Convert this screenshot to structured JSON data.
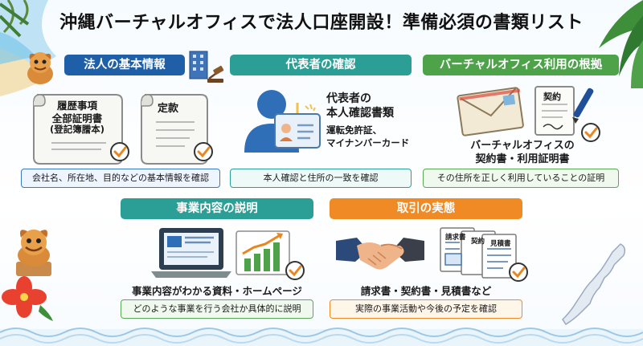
{
  "title": "沖縄バーチャルオフィスで法人口座開設！準備必須の書類リスト",
  "sections": {
    "corporate": {
      "header": "法人の基本情報",
      "doc1_lines": [
        "履歴事項",
        "全部証明書",
        "(登記簿謄本)"
      ],
      "doc2_label": "定款",
      "caption": "会社名、所在地、目的などの基本情報を確認"
    },
    "representative": {
      "header": "代表者の確認",
      "label_lines": [
        "代表者の",
        "本人確認書類"
      ],
      "sub_lines": [
        "運転免許証、",
        "マイナンバーカード"
      ],
      "caption": "本人確認と住所の一致を確認"
    },
    "virtual_office": {
      "header": "バーチャルオフィス利用の根拠",
      "contract_label": "契約",
      "label_lines": [
        "バーチャルオフィスの",
        "契約書・利用証明書"
      ],
      "caption": "その住所を正しく利用していることの証明"
    },
    "business": {
      "header": "事業内容の説明",
      "label": "事業内容がわかる資料・ホームページ",
      "caption": "どのような事業を行う会社か具体的に説明"
    },
    "transactions": {
      "header": "取引の実態",
      "doc_labels": [
        "請求書",
        "契約",
        "見積書"
      ],
      "label": "請求書・契約書・見積書など",
      "caption": "実際の事業活動や今後の予定を確認"
    }
  },
  "colors": {
    "blue": "#1f5fa8",
    "teal": "#2b9f96",
    "green": "#4da24a",
    "orange": "#ef8a25"
  },
  "icons": [
    "shisa-icon",
    "building-icon",
    "gavel-icon",
    "scroll-icon",
    "check-icon",
    "person-icon",
    "id-card-icon",
    "envelope-icon",
    "pen-icon",
    "laptop-icon",
    "chart-icon",
    "handshake-icon",
    "document-stack-icon",
    "palm-leaf-icon",
    "hibiscus-icon",
    "okinawa-map-icon",
    "wave-pattern-icon"
  ]
}
